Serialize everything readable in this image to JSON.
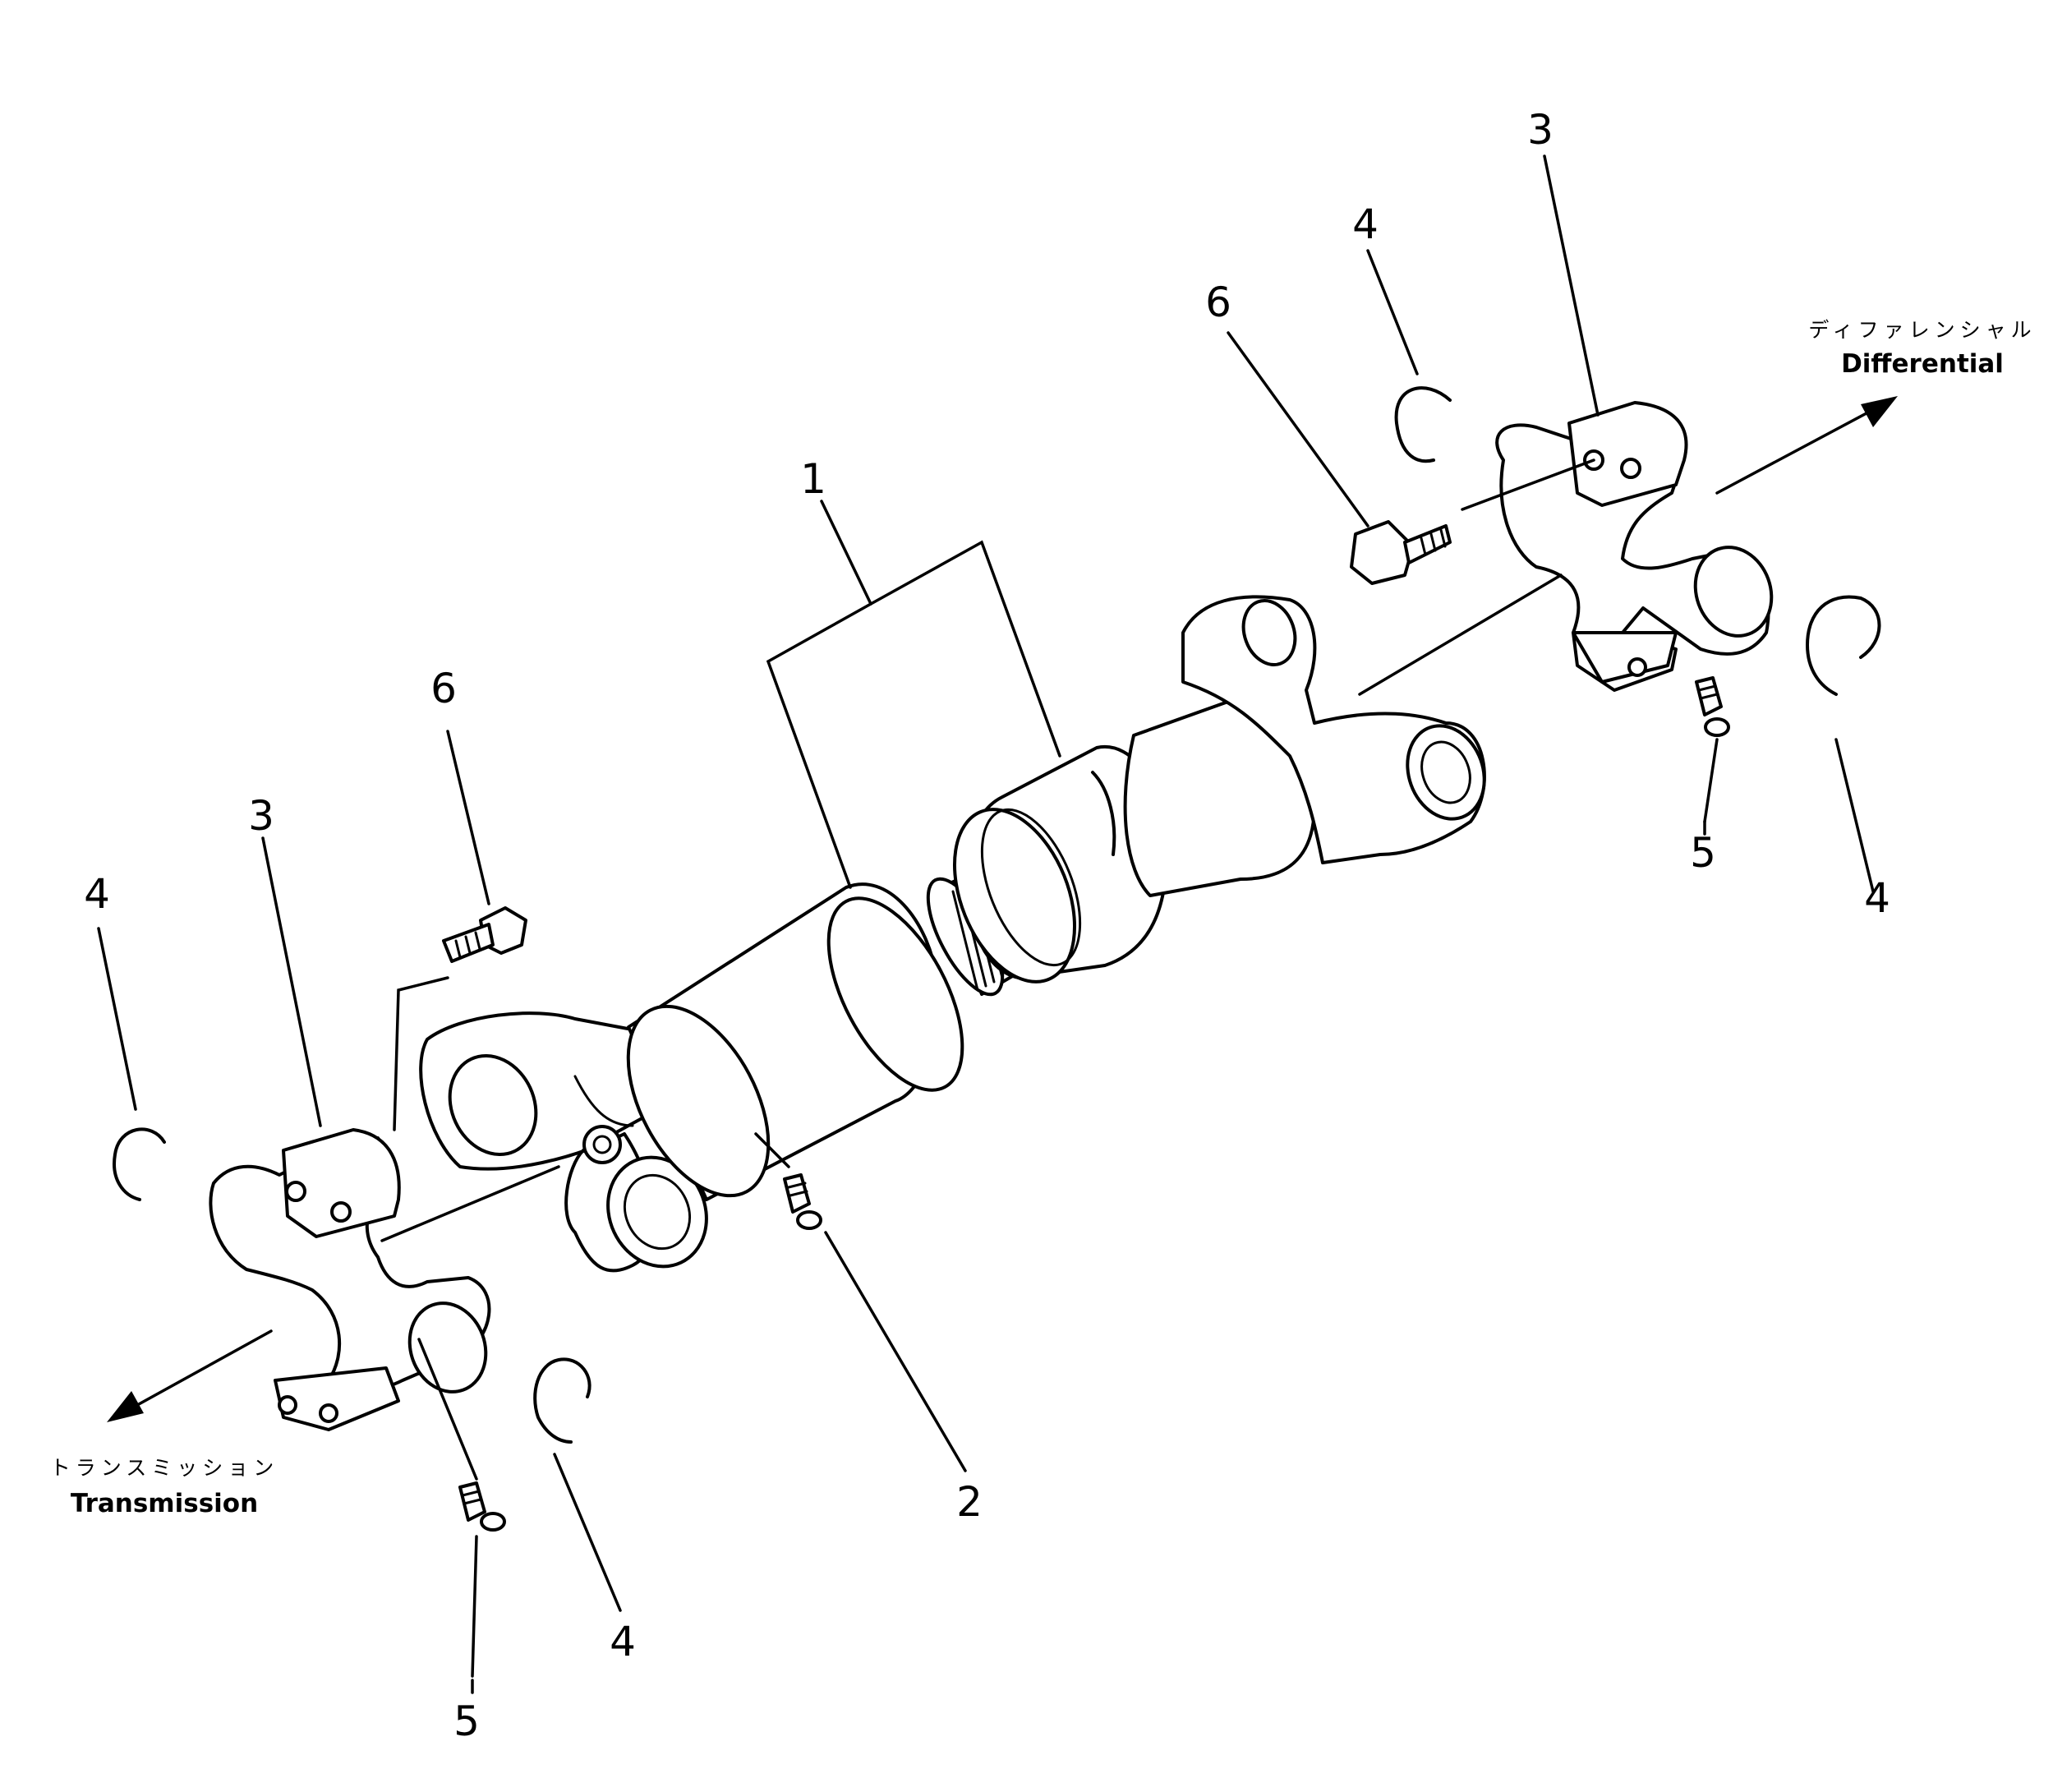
{
  "directions": {
    "differential": {
      "jp": "ディファレンシャル",
      "en": "Differential"
    },
    "transmission": {
      "jp": "トランスミッション",
      "en": "Transmission"
    }
  },
  "callouts": {
    "drive_shaft": "1",
    "grease_fitting_center": "2",
    "spider_right": "3",
    "spider_left": "3",
    "snap_ring_right_top": "4",
    "snap_ring_right_bottom": "4",
    "snap_ring_left_top": "4",
    "snap_ring_left_bottom": "4",
    "fitting_right": "5",
    "fitting_left": "5",
    "bolt_right": "6",
    "bolt_left": "6"
  },
  "colors": {
    "line": "#000000",
    "background": "#ffffff"
  }
}
